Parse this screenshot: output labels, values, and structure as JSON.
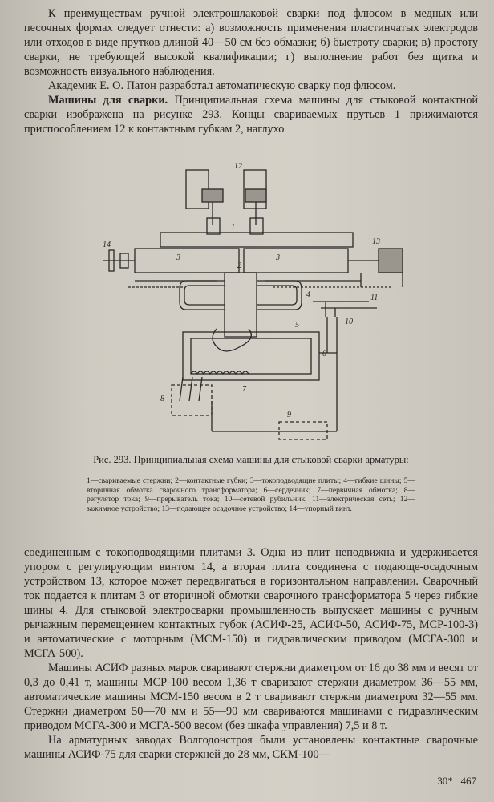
{
  "top_paragraphs": [
    "К преимуществам ручной электрошлаковой сварки под флюсом в медных или песочных формах следует отнести: а) возможность применения пластинчатых электродов или отходов в виде прутков длиной 40—50 см без обмазки; б) быстроту сварки; в) простоту сварки, не требующей высокой квалификации; г) выполнение работ без щитка и возможность визуального наблюдения.",
    "Академик Е. О. Патон разработал автоматическую сварку под флюсом."
  ],
  "section": {
    "heading": "Машины для сварки.",
    "text": "Принципиальная схема машины для стыковой контактной сварки изображена на рисунке 293. Концы свариваемых прутьев 1 прижимаются приспособлением 12 к контактным губкам 2, наглухо"
  },
  "figure": {
    "caption_title": "Рис. 293. Принципиальная схема машины для стыковой сварки арматуры:",
    "caption_legend": "1—свариваемые стержни; 2—контактные губки; 3—токоподводящие плиты; 4—гибкие шины; 5—вторичная обмотка сварочного трансформатора; 6—сердечник; 7—первичная обмотка; 8—регулятор тока; 9—прерыватель тока; 10—сетевой рубильник; 11—электрическая сеть; 12—зажимное устройство; 13—подающее осадочное устройство; 14—упорный винт.",
    "labels": [
      "12",
      "1",
      "2",
      "3",
      "3",
      "13",
      "14",
      "4",
      "11",
      "10",
      "5",
      "6",
      "7",
      "8",
      "9"
    ]
  },
  "bottom_paragraphs": [
    "соединенным с токоподводящими плитами 3. Одна из плит неподвижна и удерживается упором с регулирующим винтом 14, а вторая плита соединена с подающе-осадочным устройством 13, которое может передвигаться в горизонтальном направлении. Сварочный ток подается к плитам 3 от вторичной обмотки сварочного трансформатора 5 через гибкие шины 4. Для стыковой электросварки промышленность выпускает машины с ручным рычажным перемещением контактных губок (АСИФ-25, АСИФ-50, АСИФ-75, МСР-100-3) и автоматические с моторным (МСМ-150) и гидравлическим приводом (МСГА-300 и МСГА-500).",
    "Машины АСИФ разных марок сваривают стержни диаметром от 16 до 38 мм и весят от 0,3 до 0,41 т, машины МСР-100 весом 1,36 т сваривают стержни диаметром 36—55 мм, автоматические машины МСМ-150 весом в 2 т сваривают стержни диаметром 32—55 мм. Стержни диаметром 50—70 мм и 55—90 мм свариваются машинами с гидравлическим приводом МСГА-300 и МСГА-500 весом (без шкафа управления) 7,5 и 8 т.",
    "На арматурных заводах Волгодонстроя были установлены контактные сварочные машины АСИФ-75 для сварки стержней до 28 мм, СКМ-100—"
  ],
  "folio": "30*   467"
}
